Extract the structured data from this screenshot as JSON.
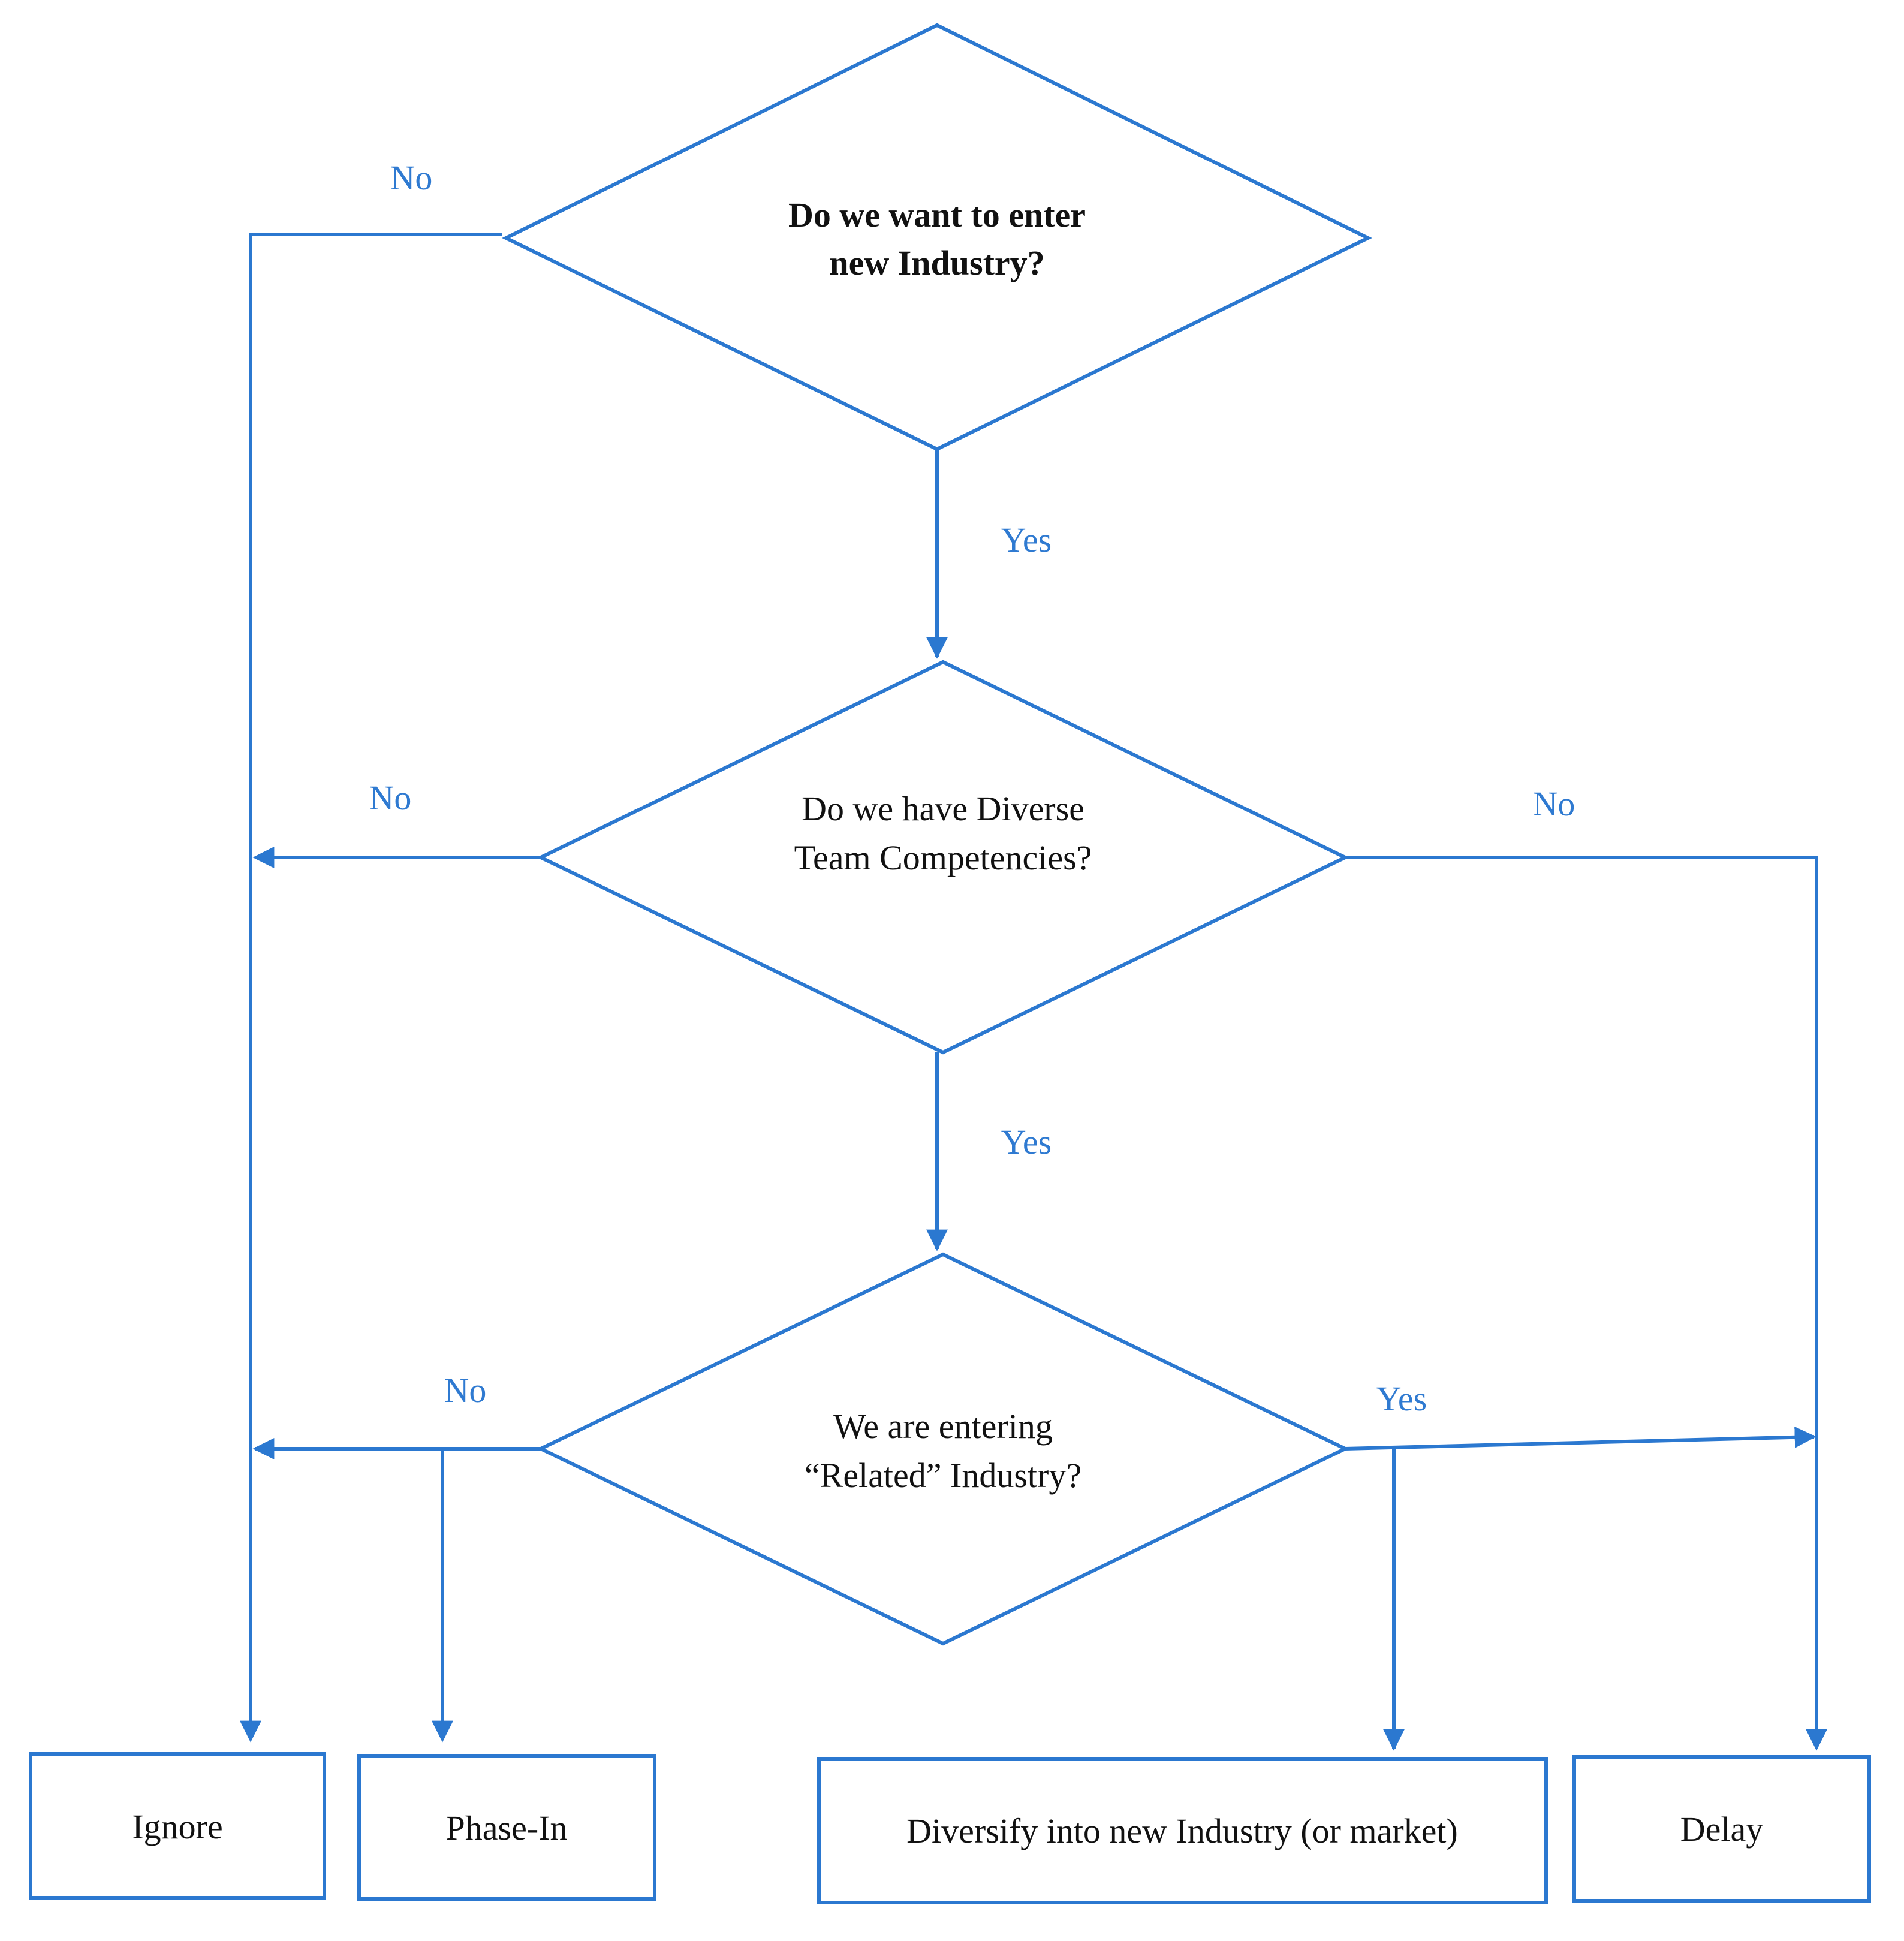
{
  "colors": {
    "line": "#2b78d0",
    "label": "#2f7ad1",
    "text": "#111111",
    "background": "#ffffff"
  },
  "decisions": {
    "q1": {
      "line1": "Do we want to enter",
      "line2": "new Industry?"
    },
    "q2": {
      "line1": "Do we have Diverse",
      "line2": "Team Competencies?"
    },
    "q3": {
      "line1": "We are entering",
      "line2": "“Related” Industry?"
    }
  },
  "outcomes": {
    "ignore": "Ignore",
    "phase_in": "Phase-In",
    "diversify": "Diversify into new Industry (or market)",
    "delay": "Delay"
  },
  "edge_labels": {
    "q1_no": "No",
    "q1_yes": "Yes",
    "q2_no_left": "No",
    "q2_no_right": "No",
    "q2_yes": "Yes",
    "q3_no": "No",
    "q3_yes": "Yes"
  }
}
